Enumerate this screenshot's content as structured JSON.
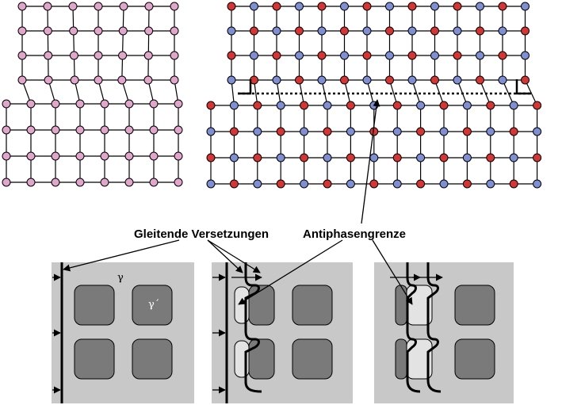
{
  "labels": {
    "dislocations": "Gleitende Versetzungen",
    "apb": "Antiphasengrenze",
    "gamma": "γ",
    "gamma_prime": "γ´"
  },
  "colors": {
    "pink_atom": "#e2a6cc",
    "red_atom": "#d93434",
    "blue_atom": "#7f8fd4",
    "matrix": "#c8c8c8",
    "precipitate": "#7a7a7a",
    "apb_fill": "#e3e3e3",
    "lines": "#000000"
  },
  "icons": [
    "arrow-icon",
    "dislocation-line-icon"
  ]
}
